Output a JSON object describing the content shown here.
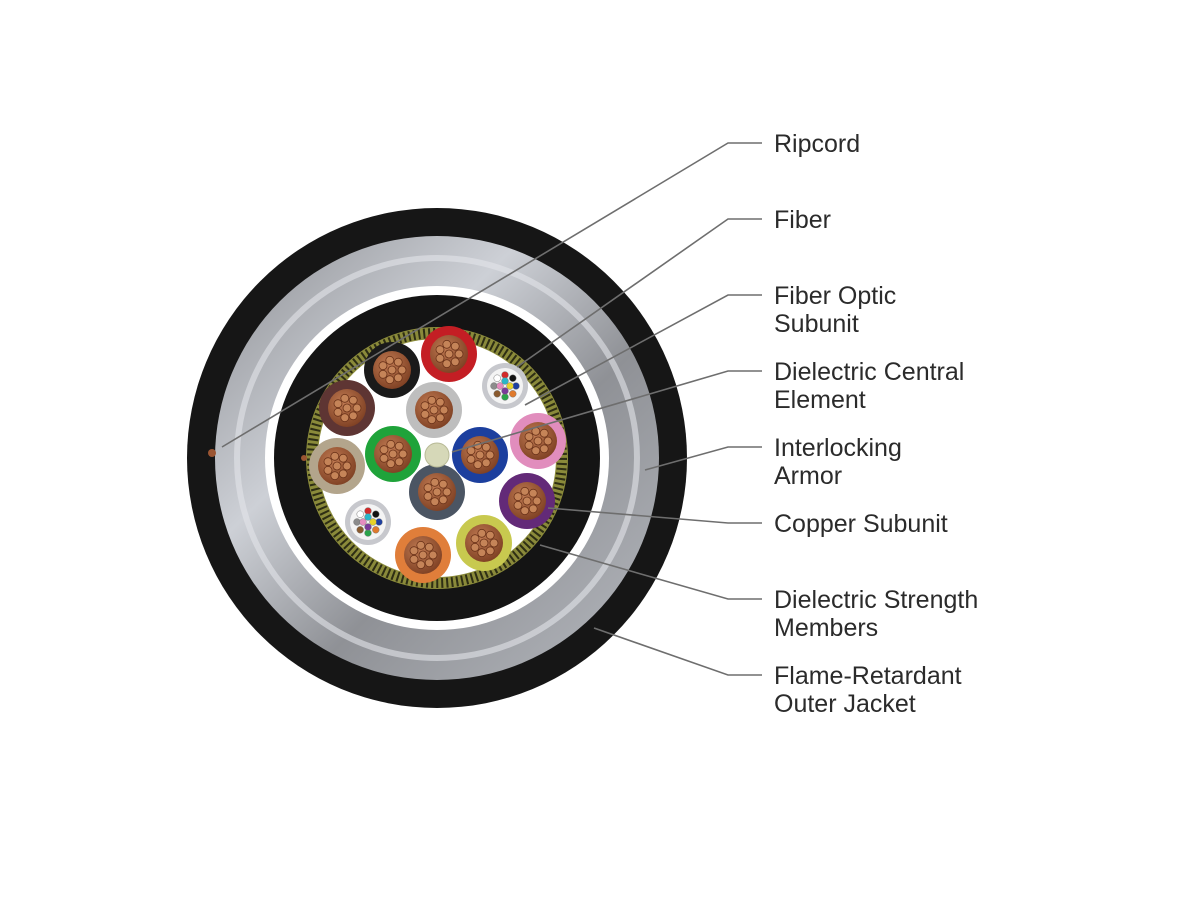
{
  "diagram": {
    "subject": "cable-cross-section",
    "callouts": [
      {
        "id": "ripcord",
        "lines": [
          "Ripcord"
        ]
      },
      {
        "id": "fiber",
        "lines": [
          "Fiber"
        ]
      },
      {
        "id": "fiber-optic-subunit",
        "lines": [
          "Fiber Optic",
          "Subunit"
        ]
      },
      {
        "id": "dielectric-central-element",
        "lines": [
          "Dielectric Central",
          "Element"
        ]
      },
      {
        "id": "interlocking-armor",
        "lines": [
          "Interlocking",
          "Armor"
        ]
      },
      {
        "id": "copper-subunit",
        "lines": [
          "Copper Subunit"
        ]
      },
      {
        "id": "dielectric-strength-members",
        "lines": [
          "Dielectric Strength",
          "Members"
        ]
      },
      {
        "id": "flame-retardant-outer-jacket",
        "lines": [
          "Flame-Retardant",
          "Outer Jacket"
        ]
      }
    ],
    "colors": {
      "outer_jacket": "#161616",
      "armor": "#9fa1a6",
      "inner_jacket": "#141414",
      "strength_yarn": "#8a8a3a",
      "filler": "#ffffff",
      "copper": "#9b5532",
      "leader": "#6e6e6e",
      "label_text": "#2b2b2b"
    },
    "subunit_jackets": [
      "#1a1a1a",
      "#c41e24",
      "#5e3533",
      "#bebebe",
      "#b3a58c",
      "#1fa33a",
      "#1c3f9e",
      "#e18dbd",
      "#4b5563",
      "#632a78",
      "#e07e3a",
      "#c8c94f"
    ],
    "fiber_colors": [
      "#1d3fa0",
      "#e07a2c",
      "#2aa34a",
      "#8a5a2e",
      "#8c8c8c",
      "#ffffff",
      "#d22a2a",
      "#111111",
      "#e6d22a",
      "#7a3a9a",
      "#e58cbf",
      "#2ab6c8"
    ]
  }
}
